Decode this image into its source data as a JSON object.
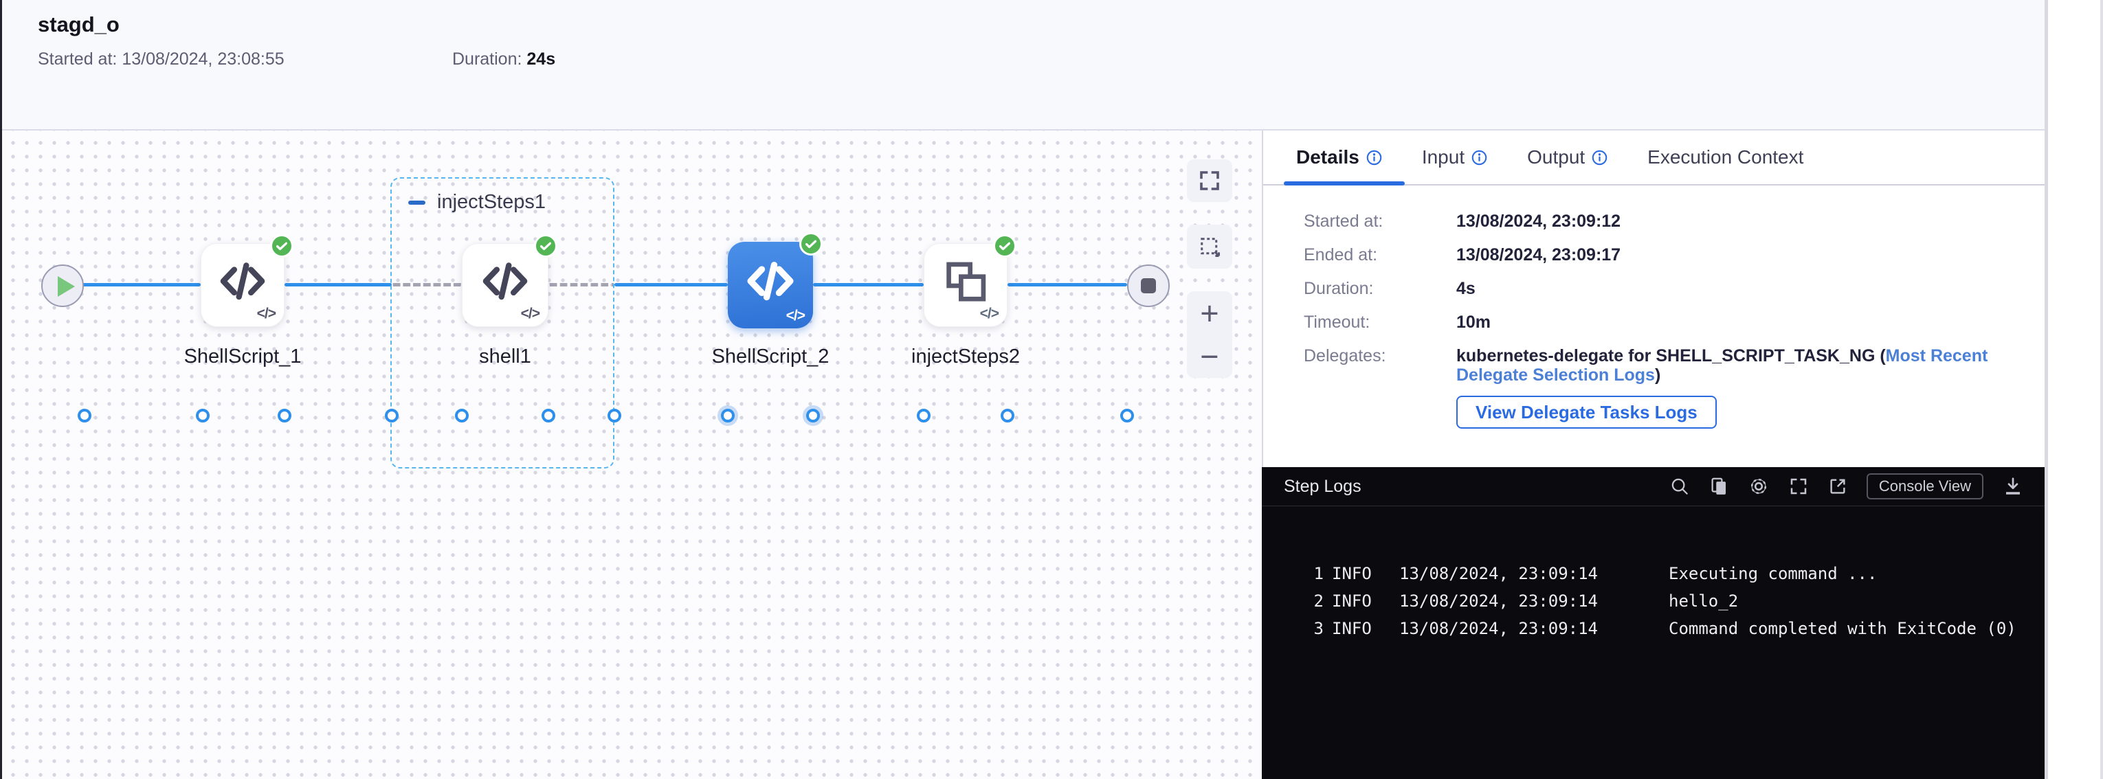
{
  "header": {
    "title": "stagd_o",
    "started_label": "Started at:",
    "started_value": "13/08/2024, 23:08:55",
    "duration_label": "Duration:",
    "duration_value": "24s"
  },
  "canvas": {
    "group_label": "injectSteps1",
    "node_labels": {
      "n1": "ShellScript_1",
      "n2": "shell1",
      "n3": "ShellScript_2",
      "n4": "injectSteps2"
    },
    "code_badge": "</>",
    "icons": {
      "start": "play-icon",
      "end": "stop-icon",
      "status": "check-icon",
      "fullscreen": "fullscreen-icon",
      "marquee": "marquee-select-icon",
      "zoom_in_glyph": "+",
      "zoom_out_glyph": "−"
    }
  },
  "tabs": {
    "details": "Details",
    "input": "Input",
    "output": "Output",
    "execution_context": "Execution Context"
  },
  "details": {
    "rows": [
      {
        "label": "Started at:",
        "value": "13/08/2024, 23:09:12"
      },
      {
        "label": "Ended at:",
        "value": "13/08/2024, 23:09:17"
      },
      {
        "label": "Duration:",
        "value": "4s"
      },
      {
        "label": "Timeout:",
        "value": "10m"
      }
    ],
    "delegates_label": "Delegates:",
    "delegates_text": "kubernetes-delegate for SHELL_SCRIPT_TASK_NG (",
    "delegates_link": "Most Recent Delegate Selection Logs",
    "delegates_close": ")",
    "delegate_button": "View Delegate Tasks Logs"
  },
  "logs": {
    "title": "Step Logs",
    "console_view_label": "Console View",
    "icons": [
      "search-icon",
      "copy-icon",
      "gear-icon",
      "fullscreen-icon",
      "external-link-icon",
      "download-icon"
    ],
    "lines": [
      {
        "num": "1",
        "level": "INFO",
        "time": "13/08/2024, 23:09:14",
        "msg": "Executing command ..."
      },
      {
        "num": "2",
        "level": "INFO",
        "time": "13/08/2024, 23:09:14",
        "msg": "hello_2"
      },
      {
        "num": "3",
        "level": "INFO",
        "time": "13/08/2024, 23:09:14",
        "msg": "Command completed with ExitCode (0)"
      }
    ]
  },
  "colors": {
    "accent_blue": "#2b6be2",
    "connector_blue": "#2e90ea",
    "link_blue": "#4c7fd6",
    "success_green": "#53b554",
    "selected_node_blue": "#3e87e0",
    "log_bg": "#0b0b0f"
  }
}
